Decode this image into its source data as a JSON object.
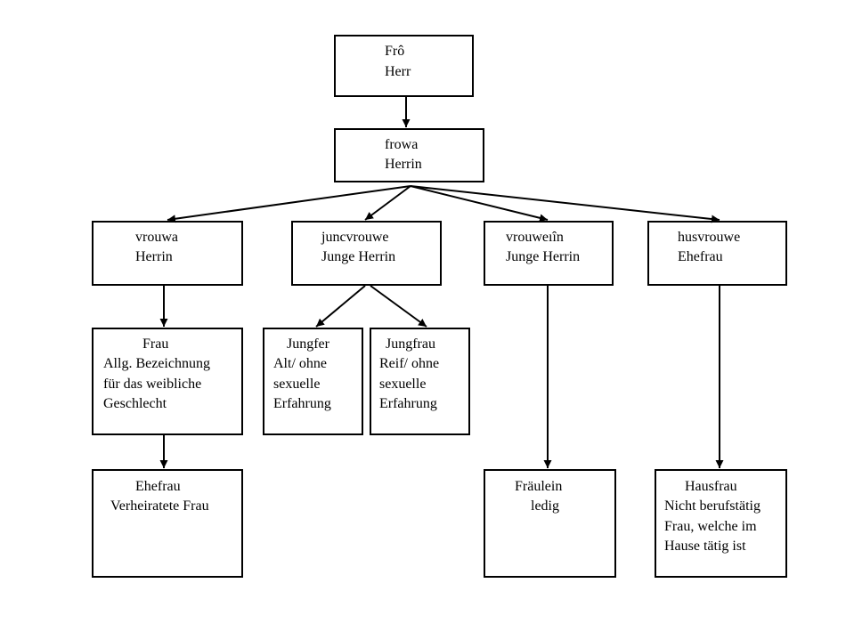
{
  "nodes": {
    "fro": {
      "line1": "Frô",
      "line2": "Herr"
    },
    "frowa": {
      "line1": "frowa",
      "line2": "Herrin"
    },
    "vrouwa": {
      "line1": "vrouwa",
      "line2": "Herrin"
    },
    "juncvrouwe": {
      "line1": "juncvrouwe",
      "line2": "Junge Herrin"
    },
    "vrouwelin": {
      "line1": "vrouweıîn",
      "line2": "Junge Herrin"
    },
    "husvrouwe": {
      "line1": "husvrouwe",
      "line2": "Ehefrau"
    },
    "frau": {
      "line1": "Frau",
      "line2": "Allg. Bezeichnung",
      "line3": "für das weibliche",
      "line4": "Geschlecht"
    },
    "jungfer": {
      "line1": "Jungfer",
      "line2": "Alt/ ohne",
      "line3": "sexuelle",
      "line4": "Erfahrung"
    },
    "jungfrau": {
      "line1": "Jungfrau",
      "line2": "Reif/ ohne",
      "line3": "sexuelle",
      "line4": "Erfahrung"
    },
    "ehefrau": {
      "line1": "Ehefrau",
      "line2": "Verheiratete Frau"
    },
    "fraeulein": {
      "line1": "Fräulein",
      "line2": "ledig"
    },
    "hausfrau": {
      "line1": "Hausfrau",
      "line2": "Nicht berufstätig",
      "line3": "Frau, welche im",
      "line4": "Hause tätig ist"
    }
  },
  "edges": [
    [
      "fro",
      "frowa"
    ],
    [
      "frowa",
      "vrouwa"
    ],
    [
      "frowa",
      "juncvrouwe"
    ],
    [
      "frowa",
      "vrouwelin"
    ],
    [
      "frowa",
      "husvrouwe"
    ],
    [
      "vrouwa",
      "frau"
    ],
    [
      "juncvrouwe",
      "jungfer"
    ],
    [
      "juncvrouwe",
      "jungfrau"
    ],
    [
      "vrouwelin",
      "fraeulein"
    ],
    [
      "husvrouwe",
      "hausfrau"
    ],
    [
      "frau",
      "ehefrau"
    ]
  ]
}
